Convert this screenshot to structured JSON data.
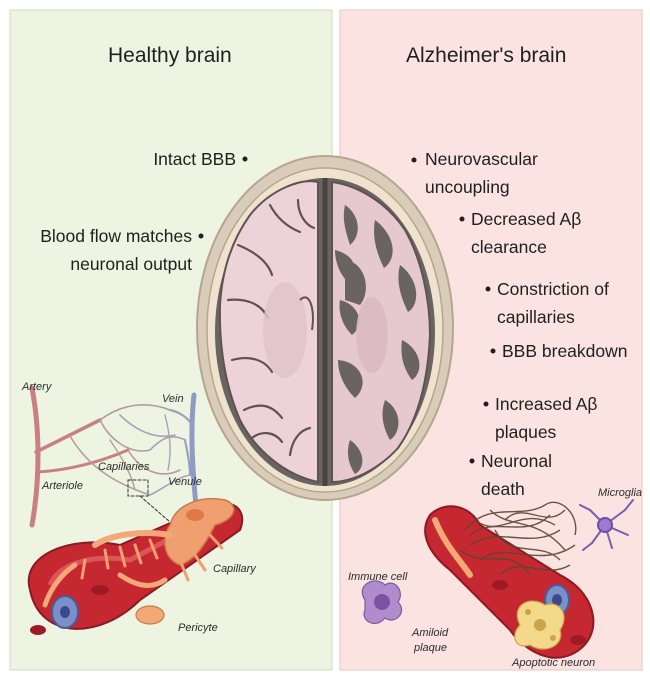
{
  "healthy": {
    "title": "Healthy brain",
    "points": [
      "Intact BBB",
      "Blood flow matches",
      "neuronal output"
    ]
  },
  "alzheimers": {
    "title": "Alzheimer's brain",
    "points": {
      "p1a": "Neurovascular",
      "p1b": "uncoupling",
      "p2a": "Decreased Aβ",
      "p2b": "clearance",
      "p3a": "Constriction of",
      "p3b": "capillaries",
      "p4": "BBB breakdown",
      "p5a": "Increased Aβ",
      "p5b": "plaques",
      "p6a": "Neuronal",
      "p6b": "death"
    }
  },
  "vessel_labels": {
    "artery": "Artery",
    "vein": "Vein",
    "arteriole": "Arteriole",
    "capillaries": "Capillaries",
    "venule": "Venule",
    "capillary": "Capillary",
    "pericyte": "Pericyte"
  },
  "pathology_labels": {
    "microglia": "Microglia",
    "immune_cell": "Immune cell",
    "amiloid": "Amiloid",
    "plaque": "plaque",
    "apoptotic_neuron": "Apoptotic neuron"
  },
  "colors": {
    "healthy_bg": "#eef4e2",
    "alz_bg": "#fbe3e1",
    "gray_matter": "#edd3d8",
    "skull": "#d9ccbb",
    "vessel_red": "#c62832"
  }
}
